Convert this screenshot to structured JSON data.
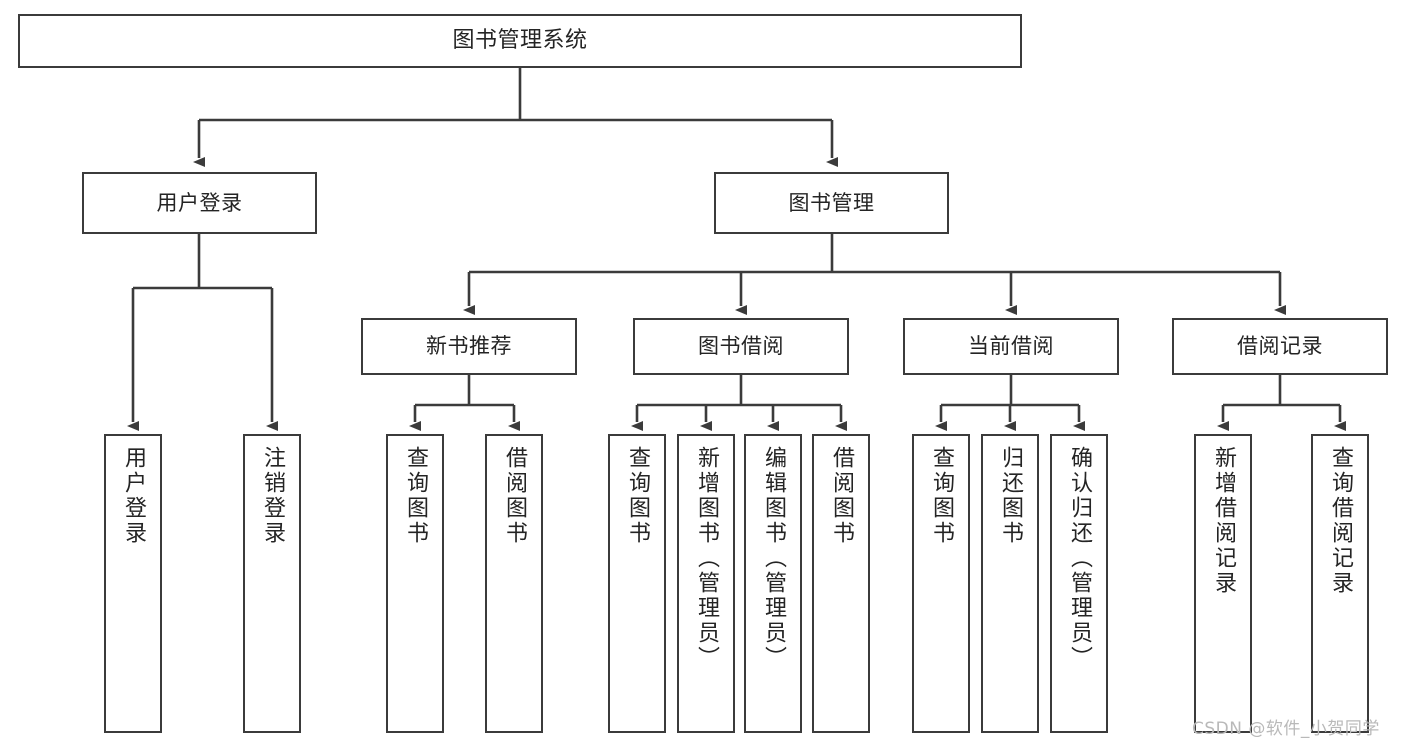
{
  "diagram": {
    "title": "图书管理系统",
    "type": "hierarchy-tree",
    "watermark": "CSDN @软件_小贺同学",
    "colors": {
      "stroke": "#3b3b3b",
      "fill": "#ffffff",
      "text": "#242424",
      "watermark": "#b9b9b9"
    },
    "levels": {
      "level0": [
        "图书管理系统"
      ],
      "level1": [
        "用户登录",
        "图书管理"
      ],
      "level2": [
        "新书推荐",
        "图书借阅",
        "当前借阅",
        "借阅记录"
      ],
      "level3": [
        "用户登录",
        "注销登录",
        "查询图书",
        "借阅图书",
        "查询图书",
        "新增图书（管理员）",
        "编辑图书（管理员）",
        "借阅图书",
        "查询图书",
        "归还图书",
        "确认归还（管理员）",
        "新增借阅记录",
        "查询借阅记录"
      ]
    },
    "nodes": {
      "root": {
        "label": "图书管理系统"
      },
      "user_login": {
        "label": "用户登录"
      },
      "book_manage": {
        "label": "图书管理"
      },
      "new_book_rec": {
        "label": "新书推荐"
      },
      "book_borrow": {
        "label": "图书借阅"
      },
      "current_borrow": {
        "label": "当前借阅"
      },
      "borrow_record": {
        "label": "借阅记录"
      },
      "leaf_user_login": {
        "label": "用户登录"
      },
      "leaf_logout": {
        "label": "注销登录"
      },
      "leaf_query_book_a": {
        "label": "查询图书"
      },
      "leaf_borrow_book_a": {
        "label": "借阅图书"
      },
      "leaf_query_book_b": {
        "label": "查询图书"
      },
      "leaf_add_book": {
        "label": "新增图书（管理员）"
      },
      "leaf_edit_book": {
        "label": "编辑图书（管理员）"
      },
      "leaf_borrow_book_b": {
        "label": "借阅图书"
      },
      "leaf_query_book_c": {
        "label": "查询图书"
      },
      "leaf_return_book": {
        "label": "归还图书"
      },
      "leaf_confirm_return": {
        "label": "确认归还（管理员）"
      },
      "leaf_add_record": {
        "label": "新增借阅记录"
      },
      "leaf_query_record": {
        "label": "查询借阅记录"
      }
    },
    "edges": [
      {
        "from": "root",
        "to": "user_login"
      },
      {
        "from": "root",
        "to": "book_manage"
      },
      {
        "from": "user_login",
        "to": "leaf_user_login"
      },
      {
        "from": "user_login",
        "to": "leaf_logout"
      },
      {
        "from": "book_manage",
        "to": "new_book_rec"
      },
      {
        "from": "book_manage",
        "to": "book_borrow"
      },
      {
        "from": "book_manage",
        "to": "current_borrow"
      },
      {
        "from": "book_manage",
        "to": "borrow_record"
      },
      {
        "from": "new_book_rec",
        "to": "leaf_query_book_a"
      },
      {
        "from": "new_book_rec",
        "to": "leaf_borrow_book_a"
      },
      {
        "from": "book_borrow",
        "to": "leaf_query_book_b"
      },
      {
        "from": "book_borrow",
        "to": "leaf_add_book"
      },
      {
        "from": "book_borrow",
        "to": "leaf_edit_book"
      },
      {
        "from": "book_borrow",
        "to": "leaf_borrow_book_b"
      },
      {
        "from": "current_borrow",
        "to": "leaf_query_book_c"
      },
      {
        "from": "current_borrow",
        "to": "leaf_return_book"
      },
      {
        "from": "current_borrow",
        "to": "leaf_confirm_return"
      },
      {
        "from": "borrow_record",
        "to": "leaf_add_record"
      },
      {
        "from": "borrow_record",
        "to": "leaf_query_record"
      }
    ]
  }
}
